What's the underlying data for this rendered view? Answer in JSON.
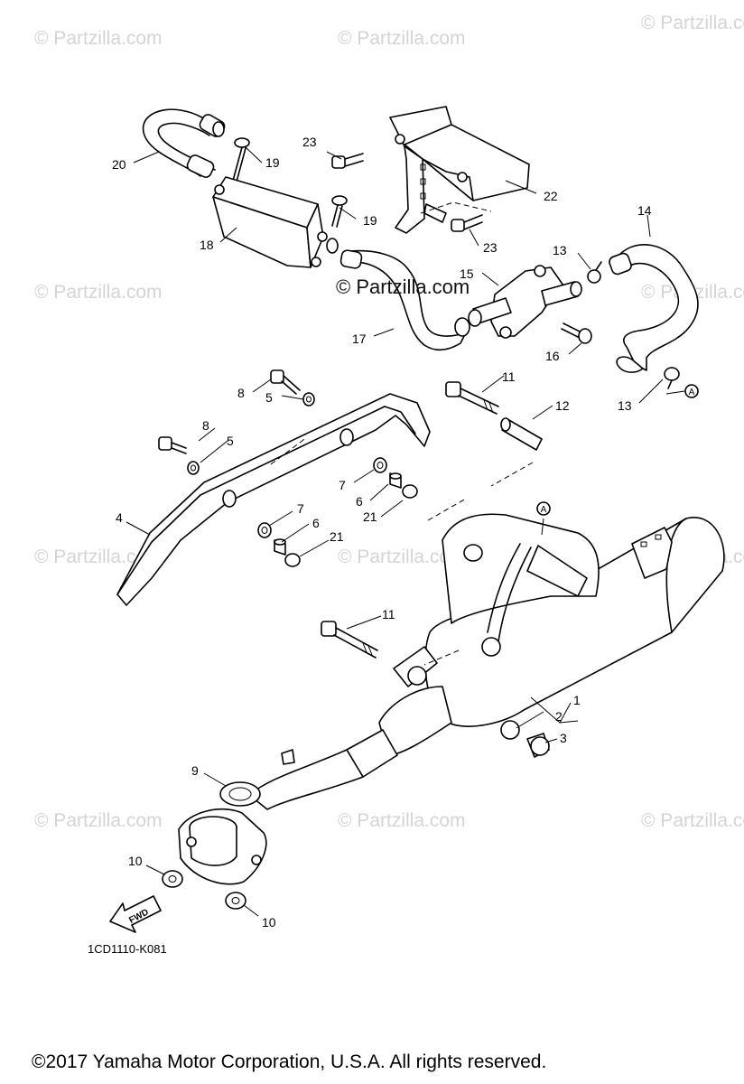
{
  "watermarks": [
    "© Partzilla.com"
  ],
  "center_watermark": "© Partzilla.com",
  "callouts": [
    {
      "id": "c20",
      "text": "20"
    },
    {
      "id": "c19a",
      "text": "19"
    },
    {
      "id": "c23a",
      "text": "23"
    },
    {
      "id": "c22",
      "text": "22"
    },
    {
      "id": "c19b",
      "text": "19"
    },
    {
      "id": "c18",
      "text": "18"
    },
    {
      "id": "c23b",
      "text": "23"
    },
    {
      "id": "c14",
      "text": "14"
    },
    {
      "id": "c13a",
      "text": "13"
    },
    {
      "id": "c15",
      "text": "15"
    },
    {
      "id": "c17",
      "text": "17"
    },
    {
      "id": "c16",
      "text": "16"
    },
    {
      "id": "c8a",
      "text": "8"
    },
    {
      "id": "c5a",
      "text": "5"
    },
    {
      "id": "c11a",
      "text": "11"
    },
    {
      "id": "c12",
      "text": "12"
    },
    {
      "id": "c13b",
      "text": "13"
    },
    {
      "id": "c8b",
      "text": "8"
    },
    {
      "id": "c5b",
      "text": "5"
    },
    {
      "id": "c7a",
      "text": "7"
    },
    {
      "id": "c6a",
      "text": "6"
    },
    {
      "id": "c21a",
      "text": "21"
    },
    {
      "id": "c4",
      "text": "4"
    },
    {
      "id": "c7b",
      "text": "7"
    },
    {
      "id": "c6b",
      "text": "6"
    },
    {
      "id": "c21b",
      "text": "21"
    },
    {
      "id": "c11b",
      "text": "11"
    },
    {
      "id": "c1",
      "text": "1"
    },
    {
      "id": "c2",
      "text": "2"
    },
    {
      "id": "c3",
      "text": "3"
    },
    {
      "id": "c9",
      "text": "9"
    },
    {
      "id": "c10a",
      "text": "10"
    },
    {
      "id": "c10b",
      "text": "10"
    }
  ],
  "reference_marks": {
    "a": "A"
  },
  "fwd_label": "FWD",
  "diagram_code": "1CD1110-K081",
  "copyright": "©2017 Yamaha Motor Corporation, U.S.A. All rights reserved."
}
